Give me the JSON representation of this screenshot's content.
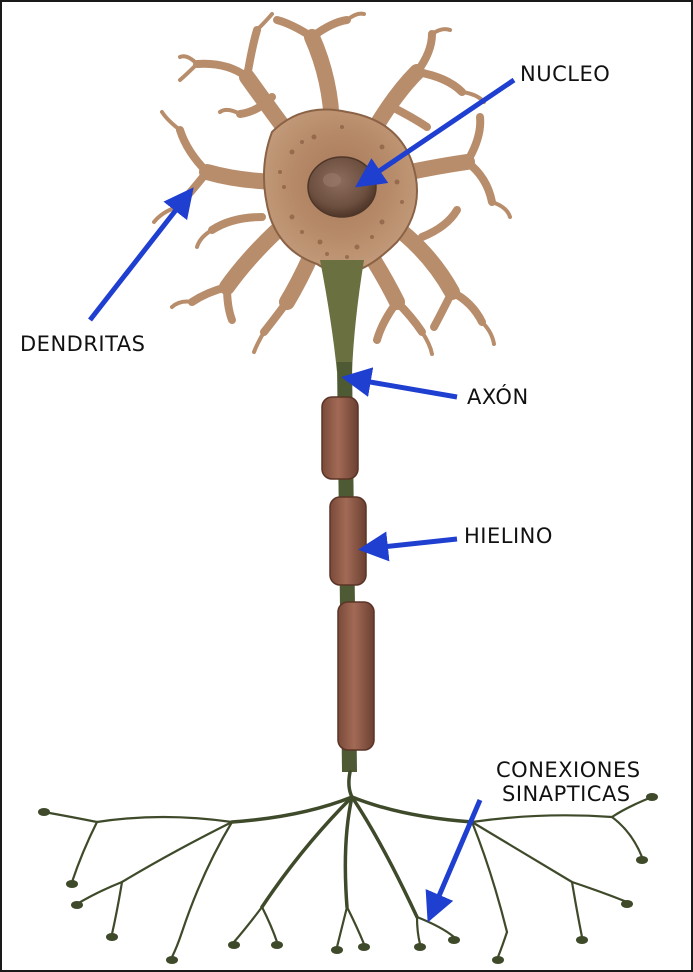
{
  "diagram": {
    "labels": {
      "nucleo": "NUCLEO",
      "dendritas": "DENDRITAS",
      "axon": "AXÓN",
      "mielina": "HIELINO",
      "conexiones_line1": "CONEXIONES",
      "conexiones_line2": "SINAPTICAS"
    },
    "colors": {
      "arrow": "#1f3fd0",
      "soma": "#b88d6b",
      "soma_edge": "#8a6246",
      "nucleus": "#6e5040",
      "axon": "#4d5a33",
      "myelin": "#8e5a47",
      "terminal": "#3e4a2a"
    }
  }
}
